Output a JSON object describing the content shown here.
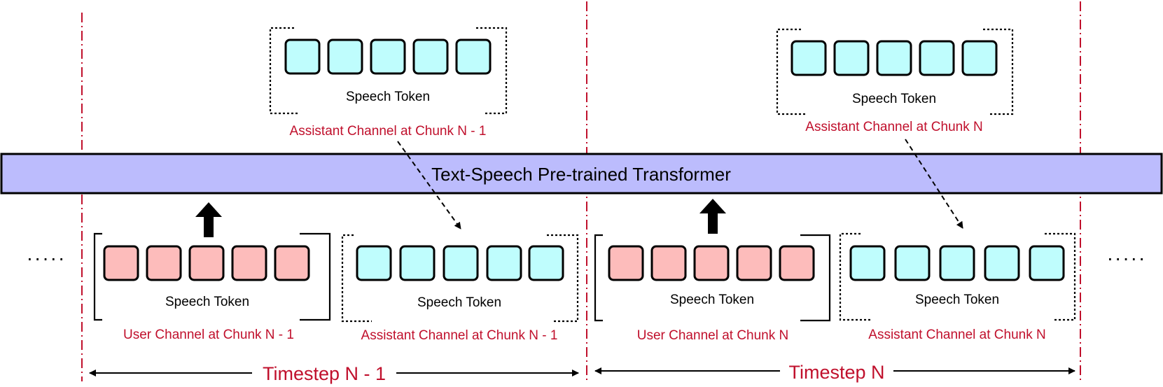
{
  "transformer": {
    "label": "Text-Speech Pre-trained Transformer"
  },
  "token_label": "Speech Token",
  "top_groups": [
    {
      "caption": "Assistant Channel at Chunk N - 1"
    },
    {
      "caption": "Assistant Channel at Chunk N"
    }
  ],
  "bottom_groups": [
    {
      "caption": "User Channel at Chunk N - 1"
    },
    {
      "caption": "Assistant Channel at Chunk N - 1"
    },
    {
      "caption": "User Channel at Chunk N"
    },
    {
      "caption": "Assistant Channel at Chunk N"
    }
  ],
  "timesteps": [
    {
      "label": "Timestep N - 1"
    },
    {
      "label": "Timestep N"
    }
  ],
  "ellipsis": "·····",
  "colors": {
    "user_token": "#FDBCBB",
    "assistant_token": "#BFFDFD",
    "transformer_fill": "#BCBCFD",
    "caption": "#C0102C",
    "divider": "#C0102C"
  }
}
